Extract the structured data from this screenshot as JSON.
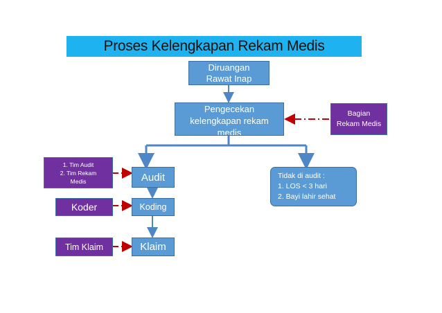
{
  "title": "Proses Kelengkapan Rekam Medis",
  "nodes": {
    "ruangan": {
      "line1": "Diruangan",
      "line2": "Rawat Inap"
    },
    "pengecekan": {
      "line1": "Pengecekan",
      "line2": "kelengkapan rekam",
      "line3": "medis"
    },
    "bagian": {
      "line1": "Bagian",
      "line2": "Rekam Medis"
    },
    "audit": "Audit",
    "koding": "Koding",
    "klaim": "Klaim",
    "tim_audit": {
      "item1": "1.    Tim Audit",
      "item2": "2. Tim Rekam",
      "item2b": "Medis"
    },
    "koder": "Koder",
    "tim_klaim": "Tim Klaim",
    "tidak_audit": {
      "heading": "Tidak di audit :",
      "item1": "1.   LOS < 3 hari",
      "item2": "2.   Bayi lahir sehat"
    }
  },
  "colors": {
    "title_bg": "#1eb3f0",
    "box_blue": "#5b9bd5",
    "box_purple": "#7030a0",
    "arrow_blue": "#4f86c6",
    "arrow_red": "#c00000"
  }
}
